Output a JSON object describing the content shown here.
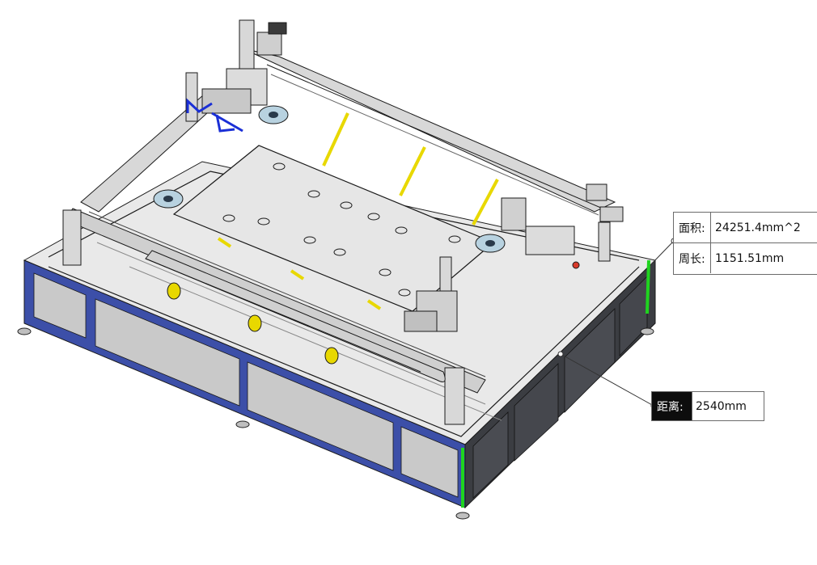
{
  "measurements": {
    "area": {
      "label": "面积:",
      "value": "24251.4mm^2"
    },
    "perimeter": {
      "label": "周长:",
      "value": "1151.51mm"
    },
    "distance": {
      "label": "距离:",
      "value": "2540mm"
    }
  },
  "colors": {
    "frame_blue": "#3c4fa8",
    "panel_gray": "#c9c9c9",
    "dark_gray": "#3b3d42",
    "steel": "#d8d8d8",
    "outline": "#1a1a1a",
    "yellow": "#e8d800",
    "highlight_green": "#1fd41f",
    "triad_blue": "#1a2fd6"
  }
}
